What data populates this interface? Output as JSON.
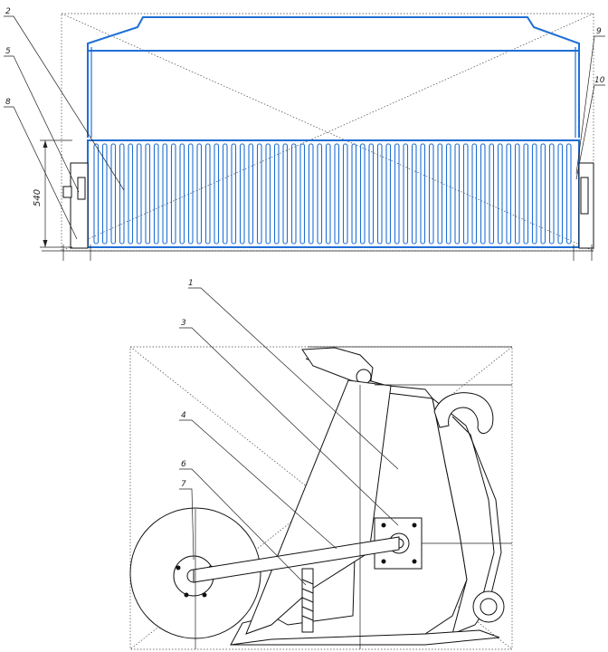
{
  "top_view": {
    "callouts": [
      "2",
      "5",
      "8",
      "9",
      "10"
    ],
    "dimension": "540"
  },
  "side_view": {
    "callouts": [
      "1",
      "3",
      "4",
      "6",
      "7"
    ]
  }
}
